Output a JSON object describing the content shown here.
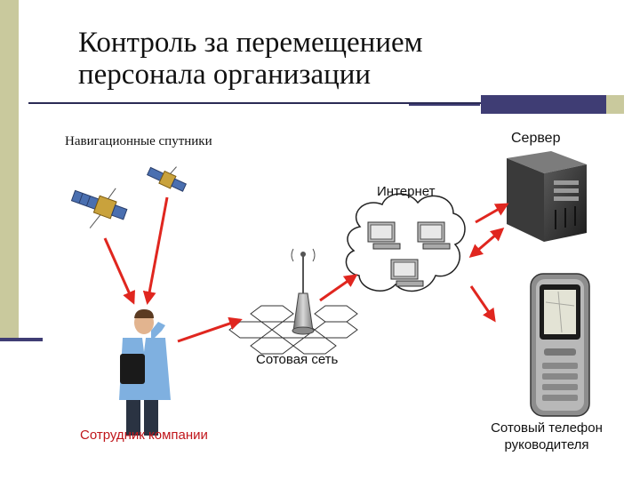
{
  "title_line1": "Контроль за перемещением",
  "title_line2": "персонала организации",
  "labels": {
    "satellites": "Навигационные спутники",
    "server": "Сервер",
    "internet": "Интернет",
    "cellular": "Сотовая сеть",
    "employee": "Сотрудник компании",
    "phone_line1": "Сотовый телефон",
    "phone_line2": "руководителя"
  },
  "colors": {
    "arrow": "#e0261f",
    "employee_label": "#c0161b",
    "accent_dark": "#3f3d74",
    "accent_light": "#c9c99d"
  },
  "icons": [
    "satellite-icon",
    "server-icon",
    "cloud-icon",
    "computer-icon",
    "tower-icon",
    "person-icon",
    "mobile-phone-icon"
  ]
}
